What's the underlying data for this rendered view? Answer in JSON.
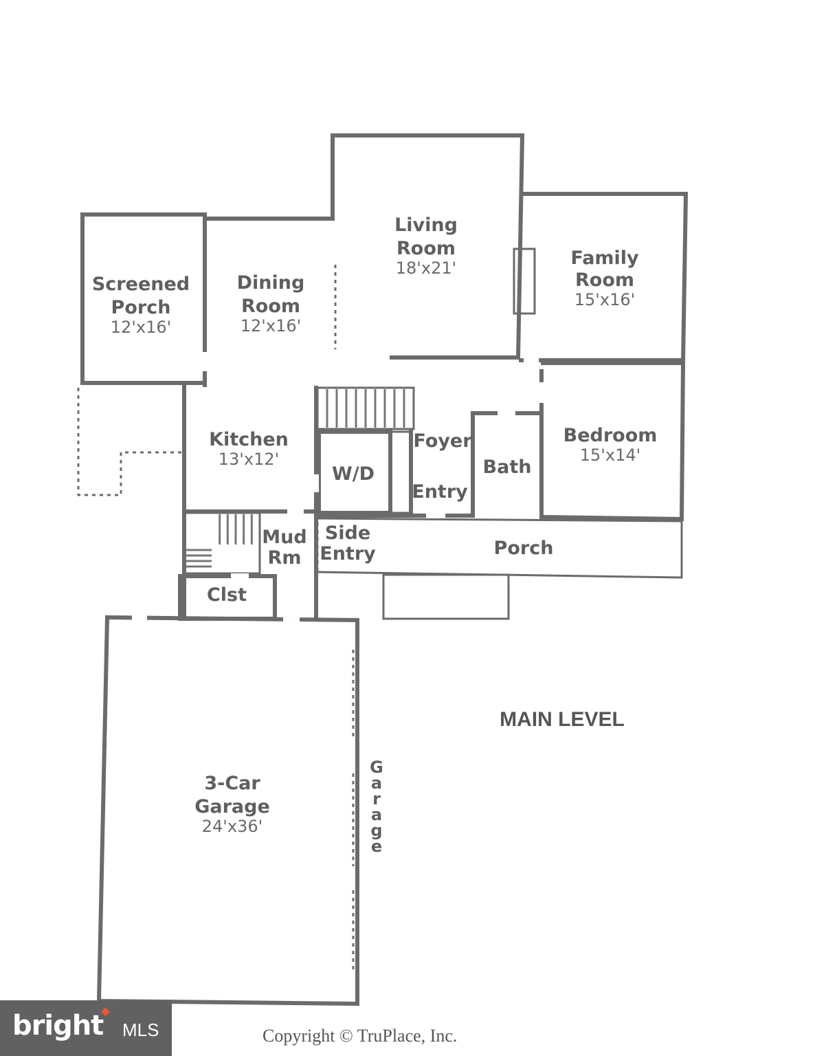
{
  "plan": {
    "level_label": "MAIN LEVEL",
    "garage_door_label": "Garage",
    "copyright": "Copyright © TruPlace, Inc."
  },
  "rooms": {
    "screened_porch": {
      "name1": "Screened",
      "name2": "Porch",
      "dim": "12'x16'"
    },
    "dining_room": {
      "name1": "Dining",
      "name2": "Room",
      "dim": "12'x16'"
    },
    "living_room": {
      "name1": "Living",
      "name2": "Room",
      "dim": "18'x21'"
    },
    "family_room": {
      "name1": "Family",
      "name2": "Room",
      "dim": "15'x16'"
    },
    "kitchen": {
      "name": "Kitchen",
      "dim": "13'x12'"
    },
    "wd": {
      "name": "W/D"
    },
    "foyer": {
      "name": "Foyer"
    },
    "entry": {
      "name": "Entry"
    },
    "bath": {
      "name": "Bath"
    },
    "bedroom": {
      "name": "Bedroom",
      "dim": "15'x14'"
    },
    "mud_rm": {
      "name1": "Mud",
      "name2": "Rm"
    },
    "side_entry": {
      "name1": "Side",
      "name2": "Entry"
    },
    "porch": {
      "name": "Porch"
    },
    "clst": {
      "name": "Clst"
    },
    "garage": {
      "name1": "3-Car",
      "name2": "Garage",
      "dim": "24'x36'"
    }
  },
  "branding": {
    "word": "bright",
    "suffix": "MLS"
  }
}
